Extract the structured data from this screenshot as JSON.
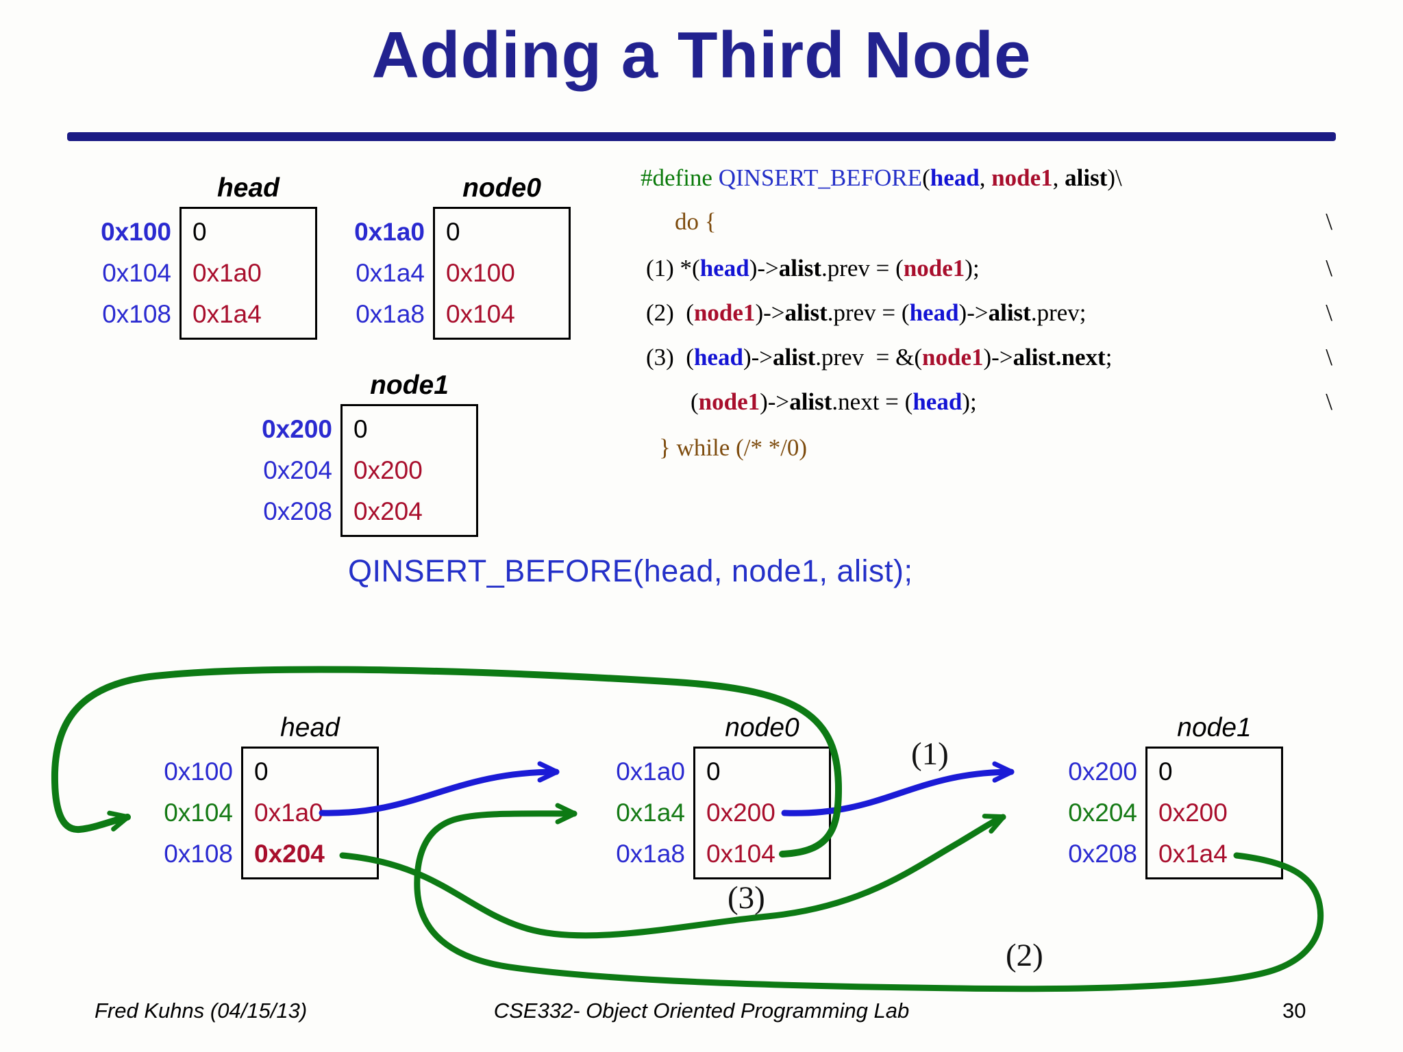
{
  "slide": {
    "title": "Adding a Third Node",
    "macro_call": "QINSERT_BEFORE(head, node1, alist);"
  },
  "colors": {
    "title_blue": "#22228f",
    "rule_blue": "#1b1b84",
    "address_blue": "#2a2ad0",
    "address_green": "#157a15",
    "value_dark_red": "#a80e2c",
    "pointer_blue": "#1b1bd6",
    "pointer_green": "#0d7a14",
    "code_green": "#0a7a0a",
    "code_brown": "#7d4b0d"
  },
  "code": {
    "lines": [
      {
        "segments": [
          {
            "t": "#define ",
            "c": "kwgreen"
          },
          {
            "t": "QINSERT_BEFORE",
            "c": "blue"
          },
          {
            "t": "(",
            "c": "plain"
          },
          {
            "t": "head",
            "c": "head"
          },
          {
            "t": ", ",
            "c": "plain"
          },
          {
            "t": "node1",
            "c": "node1"
          },
          {
            "t": ", ",
            "c": "plain"
          },
          {
            "t": "alist",
            "c": "alist"
          },
          {
            "t": ")\\",
            "c": "plain"
          }
        ],
        "cont": ""
      },
      {
        "segments": [
          {
            "t": "do {",
            "c": "brown"
          }
        ],
        "cont": "\\"
      },
      {
        "segments": [
          {
            "t": "(1) *(",
            "c": "plain"
          },
          {
            "t": "head",
            "c": "head"
          },
          {
            "t": ")->",
            "c": "plain"
          },
          {
            "t": "alist",
            "c": "alist"
          },
          {
            "t": ".prev = (",
            "c": "plain"
          },
          {
            "t": "node1",
            "c": "node1"
          },
          {
            "t": ");",
            "c": "plain"
          }
        ],
        "cont": "\\"
      },
      {
        "segments": [
          {
            "t": "(2)  (",
            "c": "plain"
          },
          {
            "t": "node1",
            "c": "node1"
          },
          {
            "t": ")->",
            "c": "plain"
          },
          {
            "t": "alist",
            "c": "alist"
          },
          {
            "t": ".prev = (",
            "c": "plain"
          },
          {
            "t": "head",
            "c": "head"
          },
          {
            "t": ")->",
            "c": "plain"
          },
          {
            "t": "alist",
            "c": "alist"
          },
          {
            "t": ".prev;",
            "c": "plain"
          }
        ],
        "cont": "\\"
      },
      {
        "segments": [
          {
            "t": "(3)  (",
            "c": "plain"
          },
          {
            "t": "head",
            "c": "head"
          },
          {
            "t": ")->",
            "c": "plain"
          },
          {
            "t": "alist",
            "c": "alist"
          },
          {
            "t": ".prev  = &(",
            "c": "plain"
          },
          {
            "t": "node1",
            "c": "node1"
          },
          {
            "t": ")->",
            "c": "plain"
          },
          {
            "t": "alist.next",
            "c": "alist"
          },
          {
            "t": ";",
            "c": "plain"
          }
        ],
        "cont": "\\"
      },
      {
        "segments": [
          {
            "t": "(",
            "c": "plain"
          },
          {
            "t": "node1",
            "c": "node1"
          },
          {
            "t": ")->",
            "c": "plain"
          },
          {
            "t": "alist",
            "c": "alist"
          },
          {
            "t": ".next = (",
            "c": "plain"
          },
          {
            "t": "head",
            "c": "head"
          },
          {
            "t": ");",
            "c": "plain"
          }
        ],
        "cont": "\\"
      },
      {
        "segments": [
          {
            "t": "} while (/* */0)",
            "c": "brown"
          }
        ],
        "cont": ""
      }
    ]
  },
  "tables": {
    "top": [
      {
        "label": "head",
        "rows": [
          {
            "addr": "0x100",
            "value": "0"
          },
          {
            "addr": "0x104",
            "value": "0x1a0"
          },
          {
            "addr": "0x108",
            "value": "0x1a4"
          }
        ]
      },
      {
        "label": "node0",
        "rows": [
          {
            "addr": "0x1a0",
            "value": "0"
          },
          {
            "addr": "0x1a4",
            "value": "0x100"
          },
          {
            "addr": "0x1a8",
            "value": "0x104"
          }
        ]
      },
      {
        "label": "node1",
        "rows": [
          {
            "addr": "0x200",
            "value": "0"
          },
          {
            "addr": "0x204",
            "value": "0x200"
          },
          {
            "addr": "0x208",
            "value": "0x204"
          }
        ]
      }
    ],
    "bottom": [
      {
        "label": "head",
        "rows": [
          {
            "addr": "0x100",
            "value": "0"
          },
          {
            "addr": "0x104",
            "value": "0x1a0"
          },
          {
            "addr": "0x108",
            "value": "0x204"
          }
        ]
      },
      {
        "label": "node0",
        "rows": [
          {
            "addr": "0x1a0",
            "value": "0"
          },
          {
            "addr": "0x1a4",
            "value": "0x200"
          },
          {
            "addr": "0x1a8",
            "value": "0x104"
          }
        ]
      },
      {
        "label": "node1",
        "rows": [
          {
            "addr": "0x200",
            "value": "0"
          },
          {
            "addr": "0x204",
            "value": "0x200"
          },
          {
            "addr": "0x208",
            "value": "0x1a4"
          }
        ]
      }
    ]
  },
  "diagram": {
    "step1": "(1)",
    "step2": "(2)",
    "step3": "(3)"
  },
  "footer": {
    "author": "Fred Kuhns (04/15/13)",
    "course": "CSE332- Object Oriented Programming Lab",
    "page": "30"
  }
}
